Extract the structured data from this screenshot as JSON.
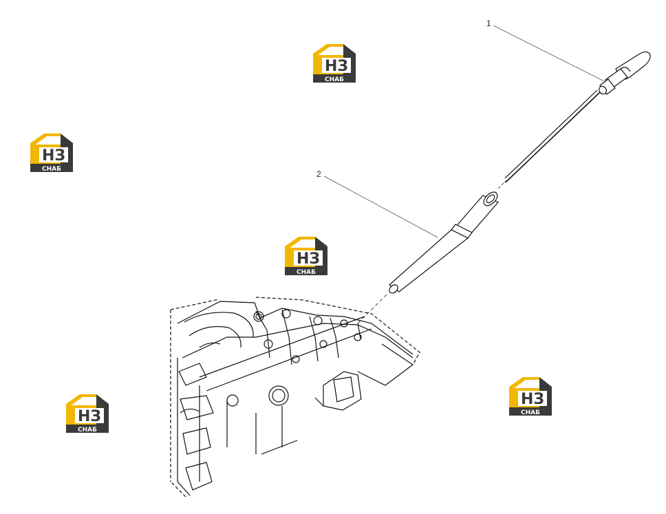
{
  "callouts": [
    {
      "id": "1",
      "label": "1"
    },
    {
      "id": "2",
      "label": "2"
    }
  ],
  "parts": [
    {
      "callout": "1",
      "name": "dipstick-icon"
    },
    {
      "callout": "2",
      "name": "dipstick-tube-icon"
    },
    {
      "callout": "",
      "name": "engine-block-icon"
    }
  ],
  "watermark": {
    "logo_letters": "НЗ",
    "logo_sub": "СНАБ",
    "icon": "house-logo-icon",
    "colors": {
      "yellow": "#f2b705",
      "dark": "#3a3a3a",
      "white": "#ffffff"
    }
  },
  "colors": {
    "line": "#111111",
    "leader": "#555555",
    "background": "#ffffff"
  }
}
